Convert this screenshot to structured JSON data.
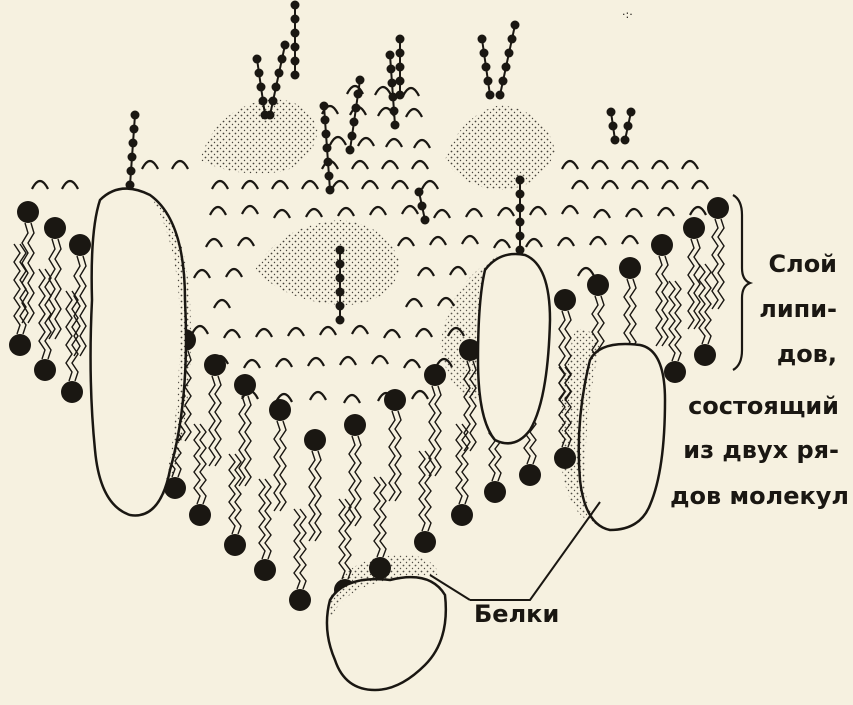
{
  "labels": {
    "lipid_layer": [
      "Слой",
      "липи-",
      "дов,",
      "состоящий",
      "из двух ря-",
      "дов молекул"
    ],
    "proteins": "Белки"
  },
  "colors": {
    "background": "#f6f1e0",
    "ink": "#1a1712"
  }
}
